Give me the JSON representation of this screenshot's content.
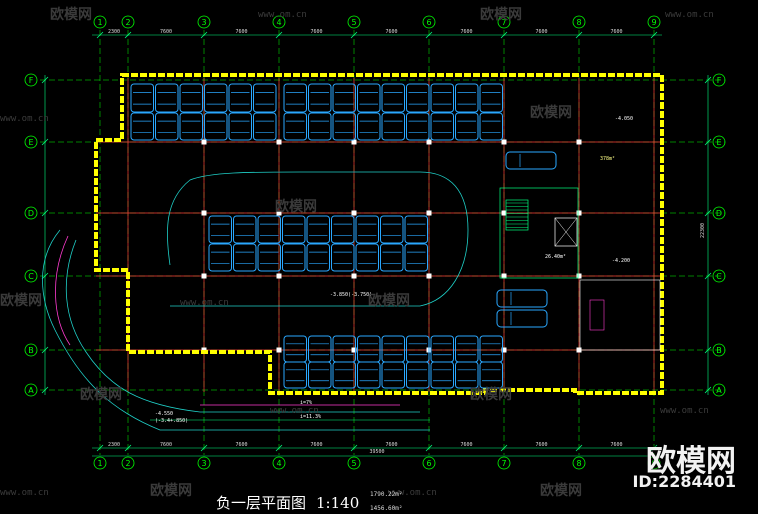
{
  "drawing": {
    "title": "负一层平面图",
    "scale": "1:140",
    "area_1": "1790.22m²",
    "area_2": "1456.60m²",
    "axis_columns": [
      "1",
      "2",
      "3",
      "4",
      "5",
      "6",
      "7",
      "8",
      "9"
    ],
    "axis_rows": [
      "A",
      "B",
      "C",
      "D",
      "E",
      "F"
    ],
    "overall_dimension": "39500",
    "bay_dimensions": [
      "2300",
      "7600",
      "7600",
      "7600",
      "7600",
      "7600",
      "7600",
      "7600"
    ],
    "right_dimension": "22300",
    "level_labels": [
      "-4.050",
      "-4.200",
      "-4.200",
      "-4.550"
    ],
    "room_area_label": "378m²",
    "ramp_labels": [
      "i=7%",
      "i=11.3%"
    ],
    "ramp_note": "(-4.550)\n(-3.4+.850)",
    "pump_label": "26.40m²"
  },
  "watermark": {
    "logo_text": "欧模网",
    "url": "www.om.cn",
    "brand": "欧模网",
    "id_label": "ID:2284401"
  },
  "colors": {
    "background": "#000000",
    "wall": "#ffff00",
    "grid": "#00ff00",
    "column_line": "#ff3b3b",
    "parking": "#2aa8ff",
    "dimension": "#00ff7f"
  }
}
